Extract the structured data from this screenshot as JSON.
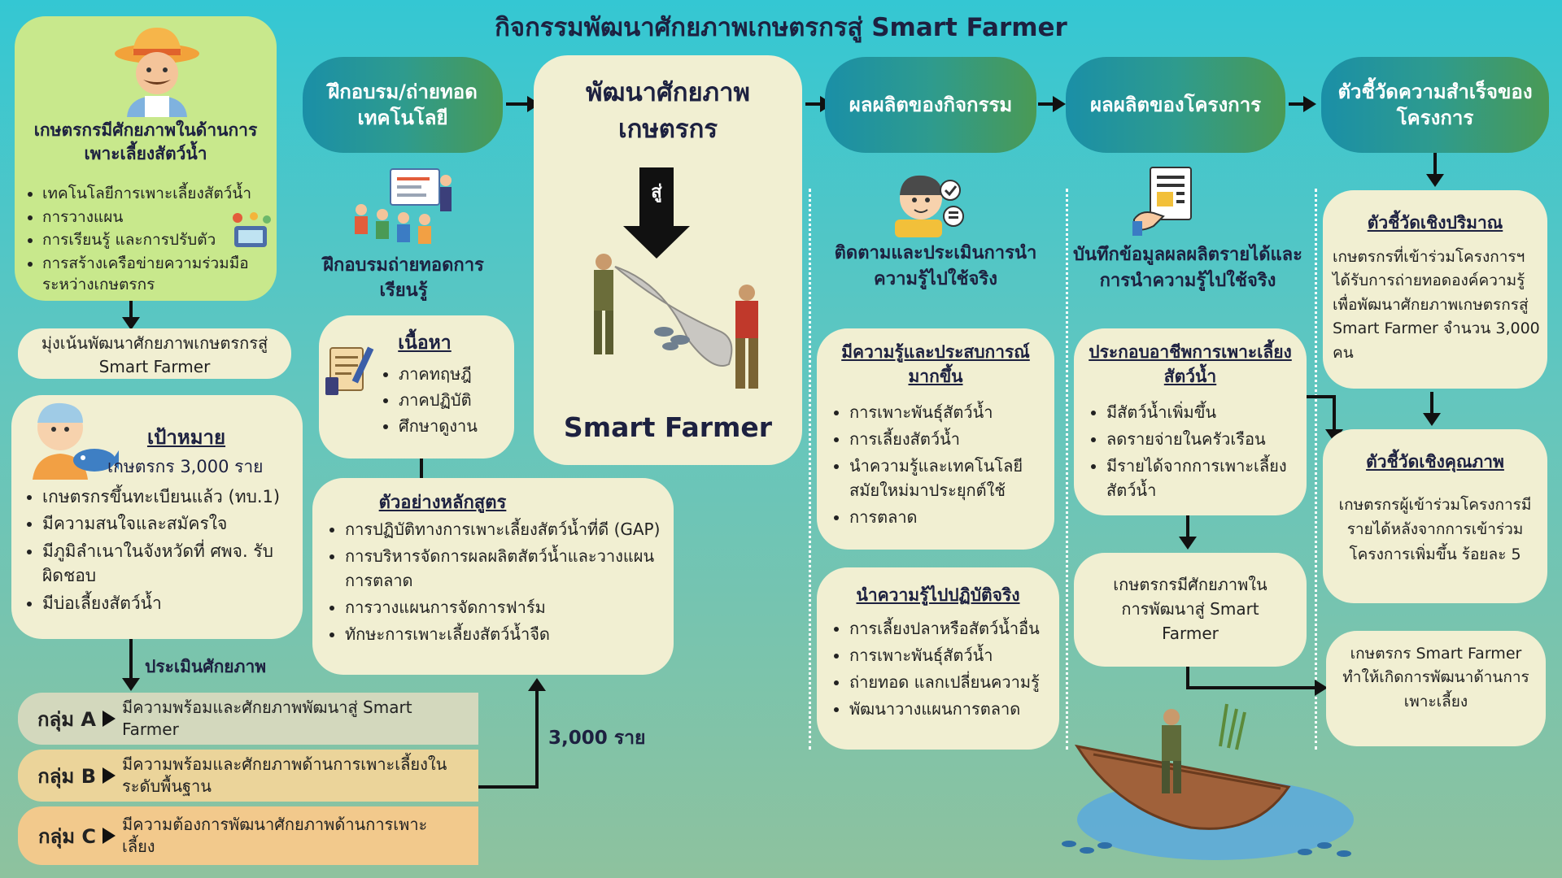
{
  "title": "กิจกรรมพัฒนาศักยภาพเกษตรกรสู่ Smart Farmer",
  "col1": {
    "potential_title": "เกษตรกรมีศักยภาพในด้านการเพาะเลี้ยงสัตว์น้ำ",
    "potential_items": [
      "เทคโนโลยีการเพาะเลี้ยงสัตว์น้ำ",
      "การวางแผน",
      "การเรียนรู้ และการปรับตัว",
      "การสร้างเครือข่ายความร่วมมือระหว่างเกษตรกร"
    ],
    "focus_text": "มุ่งเน้นพัฒนาศักยภาพเกษตรกรสู่ Smart Farmer",
    "goal_title": "เป้าหมาย",
    "goal_count": "เกษตรกร 3,000 ราย",
    "goal_items": [
      "เกษตรกรขึ้นทะเบียนแล้ว (ทบ.1)",
      "มีความสนใจและสมัครใจ",
      "มีภูมิลำเนาในจังหวัดที่ ศพจ. รับผิดชอบ",
      "มีบ่อเลี้ยงสัตว์น้ำ"
    ],
    "assess_label": "ประเมินศักยภาพ",
    "groups": [
      {
        "label": "กลุ่ม A",
        "text": "มีความพร้อมและศักยภาพพัฒนาสู่ Smart Farmer",
        "color": "#d3d8bd"
      },
      {
        "label": "กลุ่ม B",
        "text": "มีความพร้อมและศักยภาพด้านการเพาะเลี้ยงในระดับพื้นฐาน",
        "color": "#ebd49a"
      },
      {
        "label": "กลุ่ม C",
        "text": "มีความต้องการพัฒนาศักยภาพด้านการเพาะเลี้ยง",
        "color": "#f2c98c"
      }
    ],
    "count_label": "3,000 ราย"
  },
  "col2": {
    "head": "ฝึกอบรม/ถ่ายทอดเทคโนโลยี",
    "sub": "ฝึกอบรมถ่ายทอดการเรียนรู้",
    "content_title": "เนื้อหา",
    "content_items": [
      "ภาคทฤษฎี",
      "ภาคปฏิบัติ",
      "ศึกษาดูงาน"
    ],
    "course_title": "ตัวอย่างหลักสูตร",
    "course_items": [
      "การปฏิบัติทางการเพาะเลี้ยงสัตว์น้ำที่ดี (GAP)",
      "การบริหารจัดการผลผลิตสัตว์น้ำและวางแผนการตลาด",
      "การวางแผนการจัดการฟาร์ม",
      "ทักษะการเพาะเลี้ยงสัตว์น้ำจืด"
    ]
  },
  "col3": {
    "title": "พัฒนาศักยภาพเกษตรกร",
    "to": "สู่",
    "bottom": "Smart Farmer"
  },
  "col4": {
    "head": "ผลผลิตของกิจกรรม",
    "sub": "ติดตามและประเมินการนำความรู้ไปใช้จริง",
    "know_title": "มีความรู้และประสบการณ์มากขึ้น",
    "know_items": [
      "การเพาะพันธุ์สัตว์น้ำ",
      "การเลี้ยงสัตว์น้ำ",
      "นำความรู้และเทคโนโลยีสมัยใหม่มาประยุกต์ใช้",
      "การตลาด"
    ],
    "apply_title": "นำความรู้ไปปฏิบัติจริง",
    "apply_items": [
      "การเลี้ยงปลาหรือสัตว์น้ำอื่น",
      "การเพาะพันธุ์สัตว์น้ำ",
      "ถ่ายทอด แลกเปลี่ยนความรู้",
      "พัฒนาวางแผนการตลาด"
    ]
  },
  "col5": {
    "head": "ผลผลิตของโครงการ",
    "sub": "บันทึกข้อมูลผลผลิตรายได้และการนำความรู้ไปใช้จริง",
    "career_title": "ประกอบอาชีพการเพาะเลี้ยงสัตว์น้ำ",
    "career_items": [
      "มีสัตว์น้ำเพิ่มขึ้น",
      "ลดรายจ่ายในครัวเรือน",
      "มีรายได้จากการเพาะเลี้ยงสัตว์น้ำ"
    ],
    "result_text": "เกษตรกรมีศักยภาพในการพัฒนาสู่ Smart Farmer"
  },
  "col6": {
    "head": "ตัวชี้วัดความสำเร็จของโครงการ",
    "quant_title": "ตัวชี้วัดเชิงปริมาณ",
    "quant_text": "เกษตรกรที่เข้าร่วมโครงการฯ ได้รับการถ่ายทอดองค์ความรู้ เพื่อพัฒนาศักยภาพเกษตรกรสู่ Smart Farmer จำนวน 3,000 คน",
    "qual_title": "ตัวชี้วัดเชิงคุณภาพ",
    "qual_text": "เกษตรกรผู้เข้าร่วมโครงการมีรายได้หลังจากการเข้าร่วมโครงการเพิ่มขึ้น ร้อยละ 5",
    "final_text": "เกษตรกร Smart Farmer ทำให้เกิดการพัฒนาด้านการเพาะเลี้ยง"
  }
}
